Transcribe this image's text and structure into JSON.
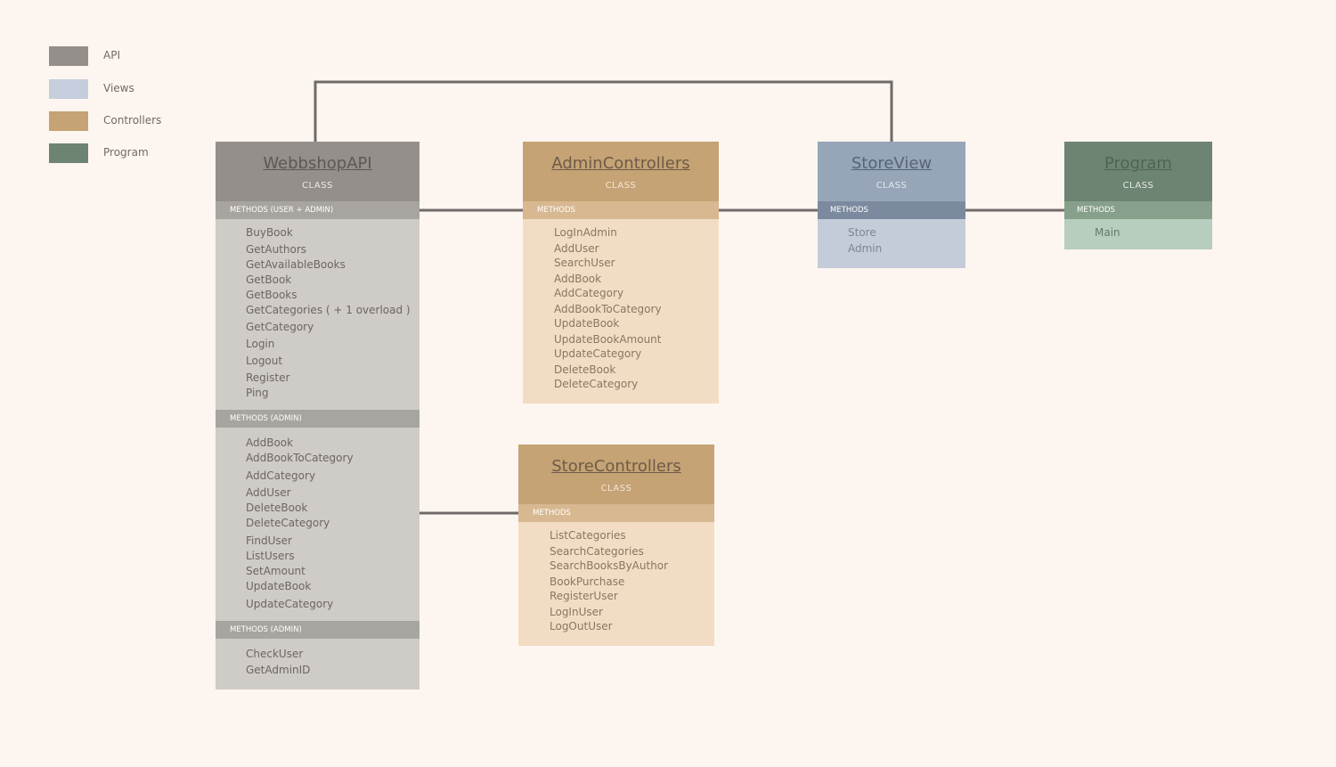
{
  "legend": [
    {
      "label": "API",
      "color": "#958f8b"
    },
    {
      "label": "Views",
      "color": "#c5cedd"
    },
    {
      "label": "Controllers",
      "color": "#c5a374"
    },
    {
      "label": "Program",
      "color": "#6e8472"
    }
  ],
  "classes": {
    "webbshop_api": {
      "title": "WebbshopAPI",
      "kind": "CLASS",
      "sections": [
        {
          "label": "METHODS (USER + ADMIN)",
          "methods": [
            "BuyBook",
            "GetAuthors",
            "GetAvailableBooks",
            "GetBook",
            "GetBooks",
            "GetCategories ( + 1   overload )",
            "GetCategory",
            "Login",
            "Logout",
            "Register",
            "Ping"
          ]
        },
        {
          "label": "METHODS (ADMIN)",
          "methods": [
            "AddBook",
            "AddBookToCategory",
            "AddCategory",
            "AddUser",
            "DeleteBook",
            "DeleteCategory",
            "FindUser",
            "ListUsers",
            "SetAmount",
            "UpdateBook",
            "UpdateCategory"
          ]
        },
        {
          "label": "METHODS (ADMIN)",
          "methods": [
            "CheckUser",
            "GetAdminID"
          ]
        }
      ]
    },
    "admin_controllers": {
      "title": "AdminControllers",
      "kind": "CLASS",
      "sections": [
        {
          "label": "METHODS",
          "methods": [
            "LogInAdmin",
            "AddUser",
            "SearchUser",
            "AddBook",
            "AddCategory",
            "AddBookToCategory",
            "UpdateBook",
            "UpdateBookAmount",
            "UpdateCategory",
            "DeleteBook",
            "DeleteCategory"
          ]
        }
      ]
    },
    "store_view": {
      "title": "StoreView",
      "kind": "CLASS",
      "sections": [
        {
          "label": "METHODS",
          "methods": [
            "Store",
            "Admin"
          ]
        }
      ]
    },
    "program": {
      "title": "Program",
      "kind": "CLASS",
      "sections": [
        {
          "label": "METHODS",
          "methods": [
            "Main"
          ]
        }
      ]
    },
    "store_controllers": {
      "title": "StoreControllers",
      "kind": "CLASS",
      "sections": [
        {
          "label": "METHODS",
          "methods": [
            "ListCategories",
            "SearchCategories",
            "SearchBooksByAuthor",
            "BookPurchase",
            "RegisterUser",
            "LogInUser",
            "LogOutUser"
          ]
        }
      ]
    }
  }
}
